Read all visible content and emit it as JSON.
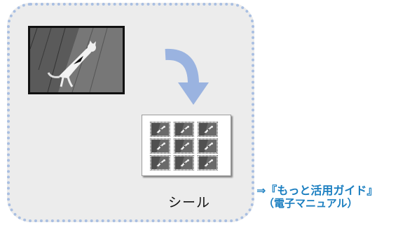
{
  "diagram": {
    "sticker_label": "シール",
    "reference": {
      "arrow": "⇒",
      "guide_title": "『もっと活用ガイド』",
      "guide_subtitle": "（電子マニュアル）"
    },
    "photo_icon": "cat-photo",
    "flow_icon": "curved-arrow-down-icon",
    "sticker_count": 9,
    "colors": {
      "panel_background": "#ececec",
      "panel_border": "#a9bfe2",
      "arrow": "#9ab3e0",
      "reference_text": "#1a7ec0"
    }
  }
}
